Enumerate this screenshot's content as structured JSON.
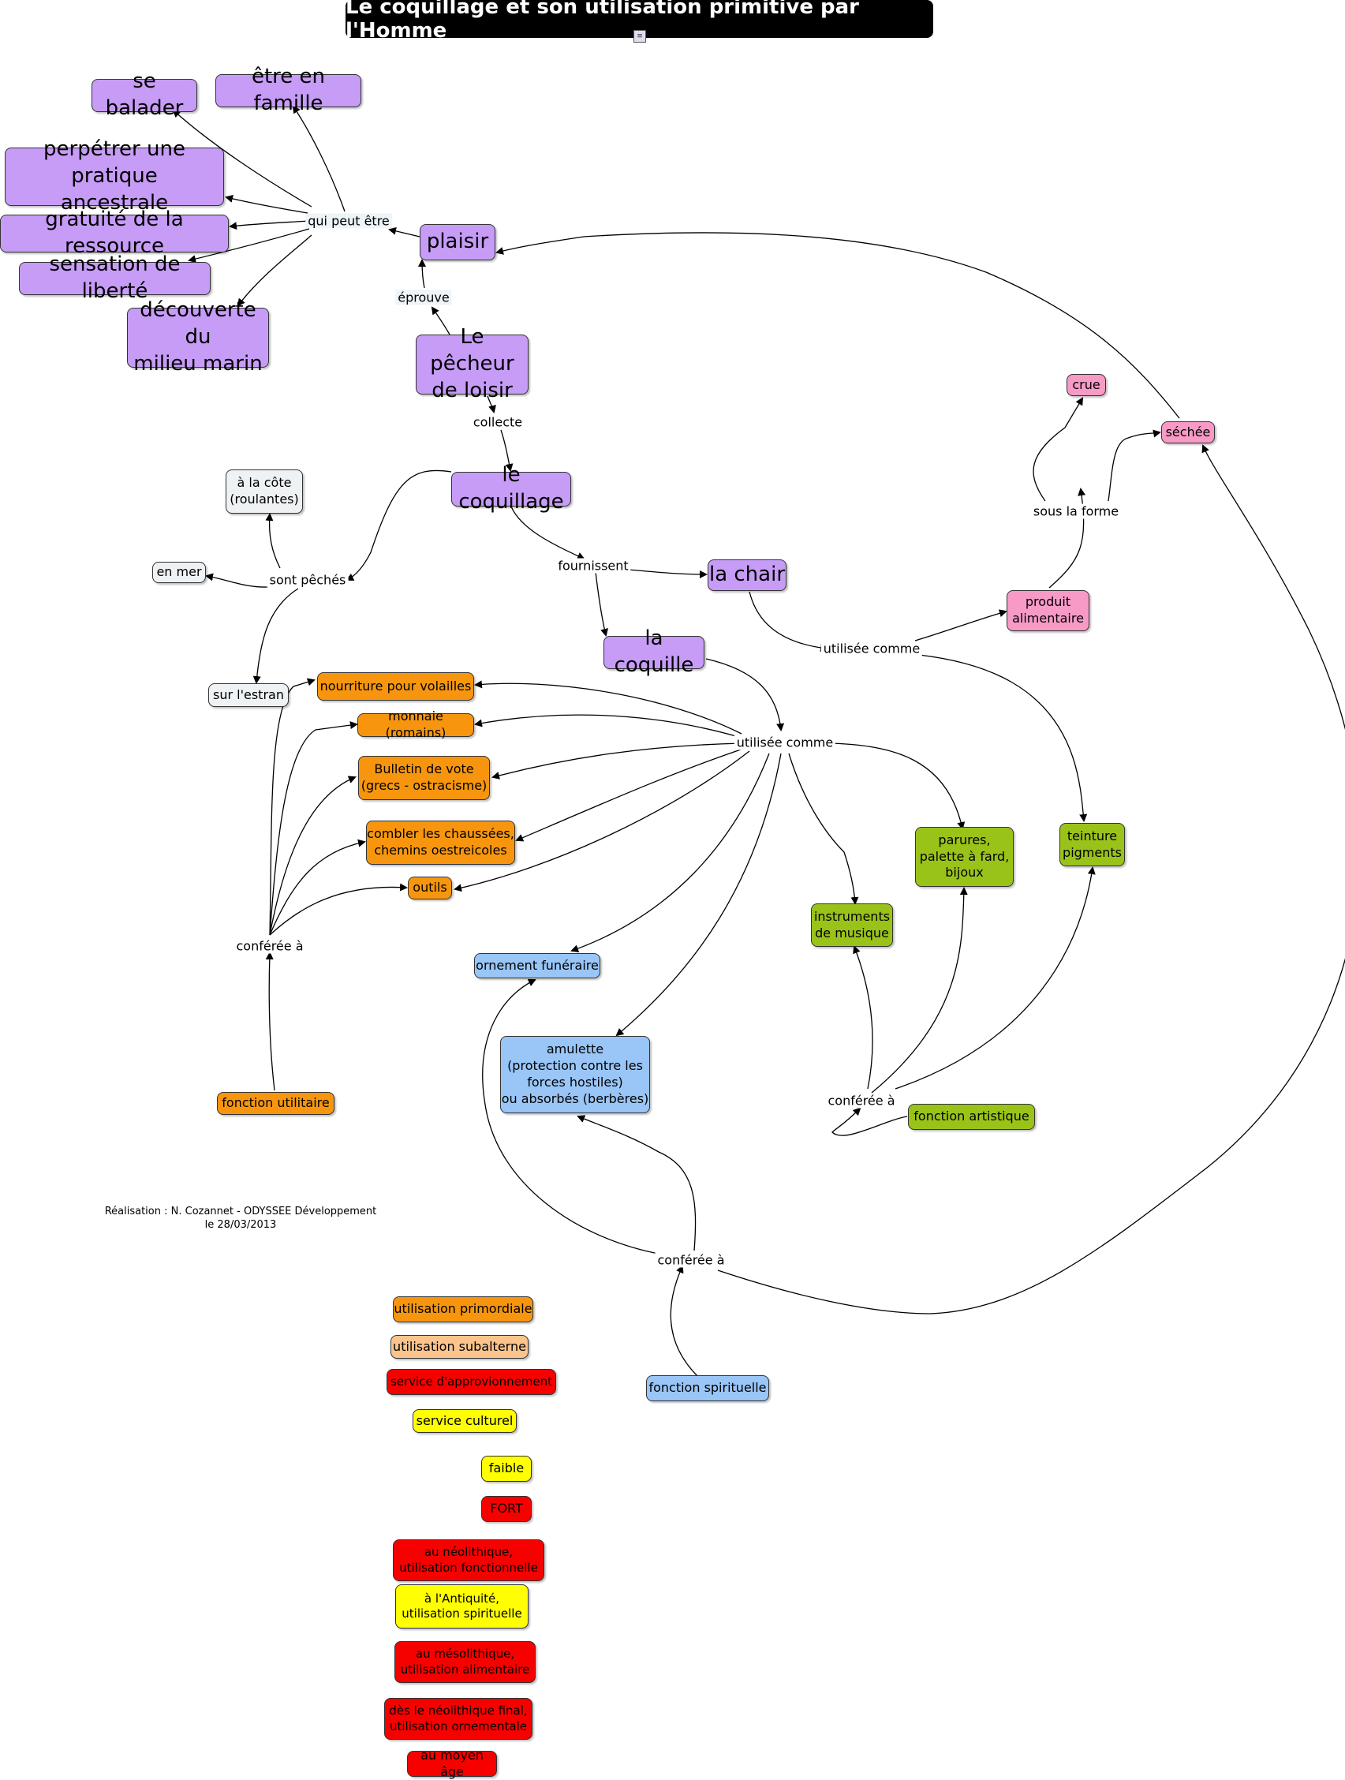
{
  "title": "Le coquillage et son utilisation primitive par l'Homme",
  "credit": "Réalisation : N. Cozannet - ODYSSEE Développement\nle 28/03/2013",
  "colors": {
    "purple": "#c69cf7",
    "pink": "#f79ac6",
    "green": "#9ac31a",
    "orange": "#f7960e",
    "light_orange": "#fbc48c",
    "blue": "#99c5f7",
    "red": "#f70000",
    "yellow": "#ffff00",
    "pale": "#eef2f4"
  },
  "nodes": {
    "se_balader": "se balader",
    "etre_en_famille": "être en famille",
    "pratique_ancestrale": "perpétrer une pratique\nancestrale",
    "gratuite": "gratuité de la ressource",
    "liberte": "sensation de liberté",
    "milieu_marin": "découverte du\nmilieu marin",
    "plaisir": "plaisir",
    "pecheur": "Le pêcheur\nde loisir",
    "coquillage": "le coquillage",
    "a_la_cote": "à la côte\n(roulantes)",
    "en_mer": "en mer",
    "sur_estran": "sur l'estran",
    "la_chair": "la chair",
    "la_coquille": "la coquille",
    "produit_alimentaire": "produit\nalimentaire",
    "crue": "crue",
    "sechee": "séchée",
    "volailles": "nourriture pour volailles",
    "monnaie": "monnaie (romains)",
    "bulletin": "Bulletin de vote\n(grecs - ostracisme)",
    "chaussees": "combler les chaussées,\nchemins oestreicoles",
    "outils": "outils",
    "funeraire": "ornement funéraire",
    "amulette": "amulette\n(protection contre les\nforces hostiles)\nou absorbés (berbères)",
    "instruments": "instruments\nde musique",
    "parures": "parures,\npalette à fard,\nbijoux",
    "teinture": "teinture\npigments",
    "fonction_utilitaire": "fonction utilitaire",
    "fonction_artistique": "fonction artistique",
    "fonction_spirituelle": "fonction spirituelle"
  },
  "labels": {
    "qui_peut_etre": "qui peut être",
    "eprouve": "éprouve",
    "collecte": "collecte",
    "sont_peches": "sont pêchés",
    "fournissent": "fournissent",
    "utilisee_comme_chair": "utilisée comme",
    "sous_la_forme": "sous la forme",
    "utilisee_comme_coquille": "utilisée comme",
    "conferee_a_utilitaire": "conférée à",
    "conferee_a_artistique": "conférée à",
    "conferee_a_spirituelle": "conférée à"
  },
  "legend": {
    "primordiale": "utilisation primordiale",
    "subalterne": "utilisation subalterne",
    "approvisionnement": "service d'approvionnement",
    "culturel": "service culturel",
    "faible": "faible",
    "fort": "FORT",
    "neolithique": "au néolithique,\nutilisation fonctionnelle",
    "antiquite": "à l'Antiquité,\nutilisation spirituelle",
    "mesolithique": "au mésolithique,\nutilisation alimentaire",
    "neolithique_final": "dès le néolithique final,\nutilisation ornementale",
    "moyen_age": "au moyen âge"
  }
}
